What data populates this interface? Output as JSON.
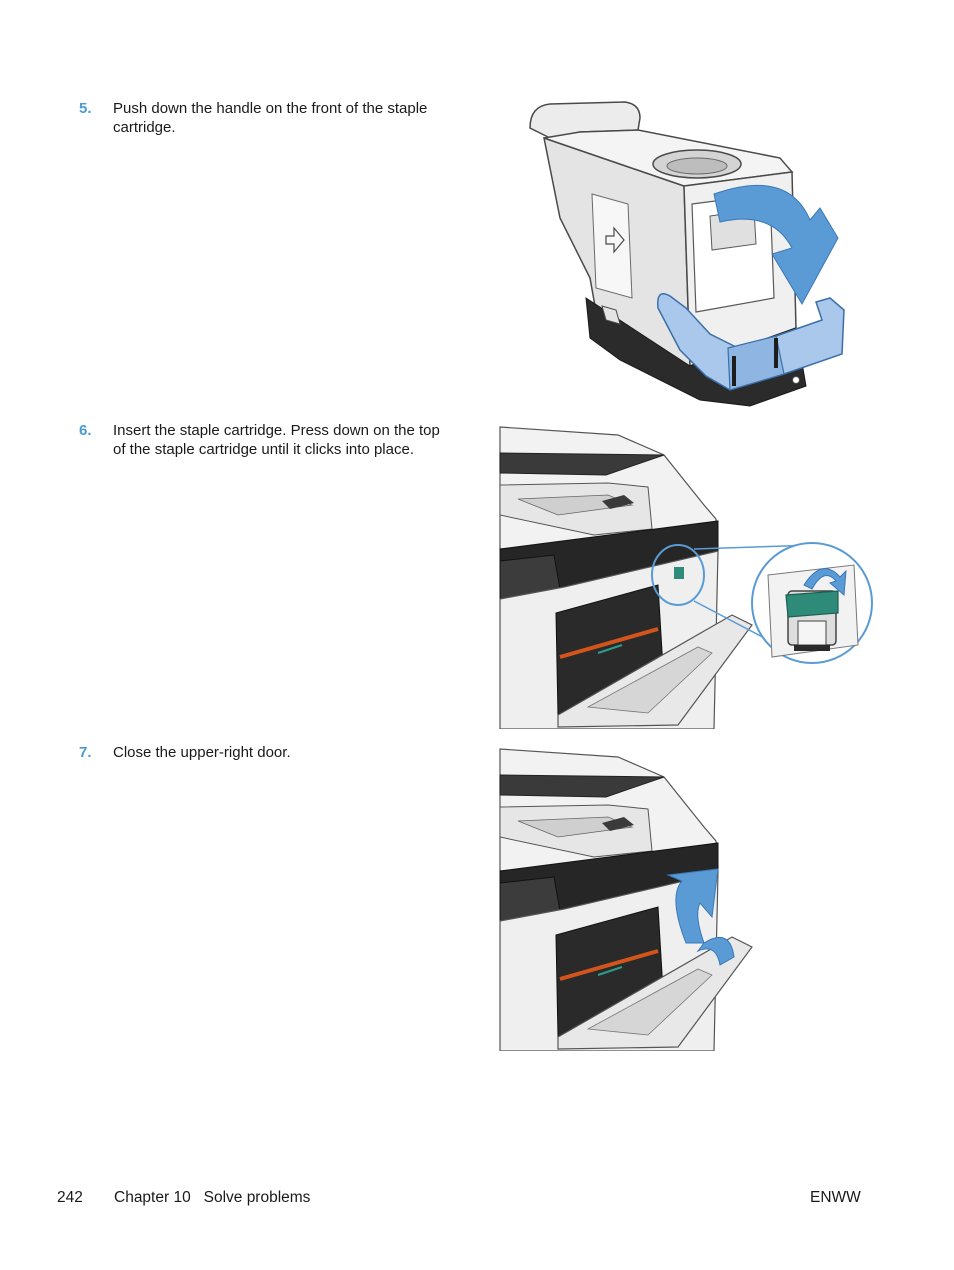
{
  "steps": [
    {
      "number": "5.",
      "text": "Push down the handle on the front of the staple cartridge."
    },
    {
      "number": "6.",
      "text": "Insert the staple cartridge. Press down on the top of the staple cartridge until it clicks into place."
    },
    {
      "number": "7.",
      "text": "Close the upper-right door."
    }
  ],
  "footer": {
    "page_number": "242",
    "chapter": "Chapter 10   Solve problems",
    "doc_code": "ENWW"
  },
  "colors": {
    "accent": "#4a9bd4",
    "arrow": "#5b9bd5",
    "handle": "#a9c8ec",
    "green_part": "#2e8b7a"
  }
}
